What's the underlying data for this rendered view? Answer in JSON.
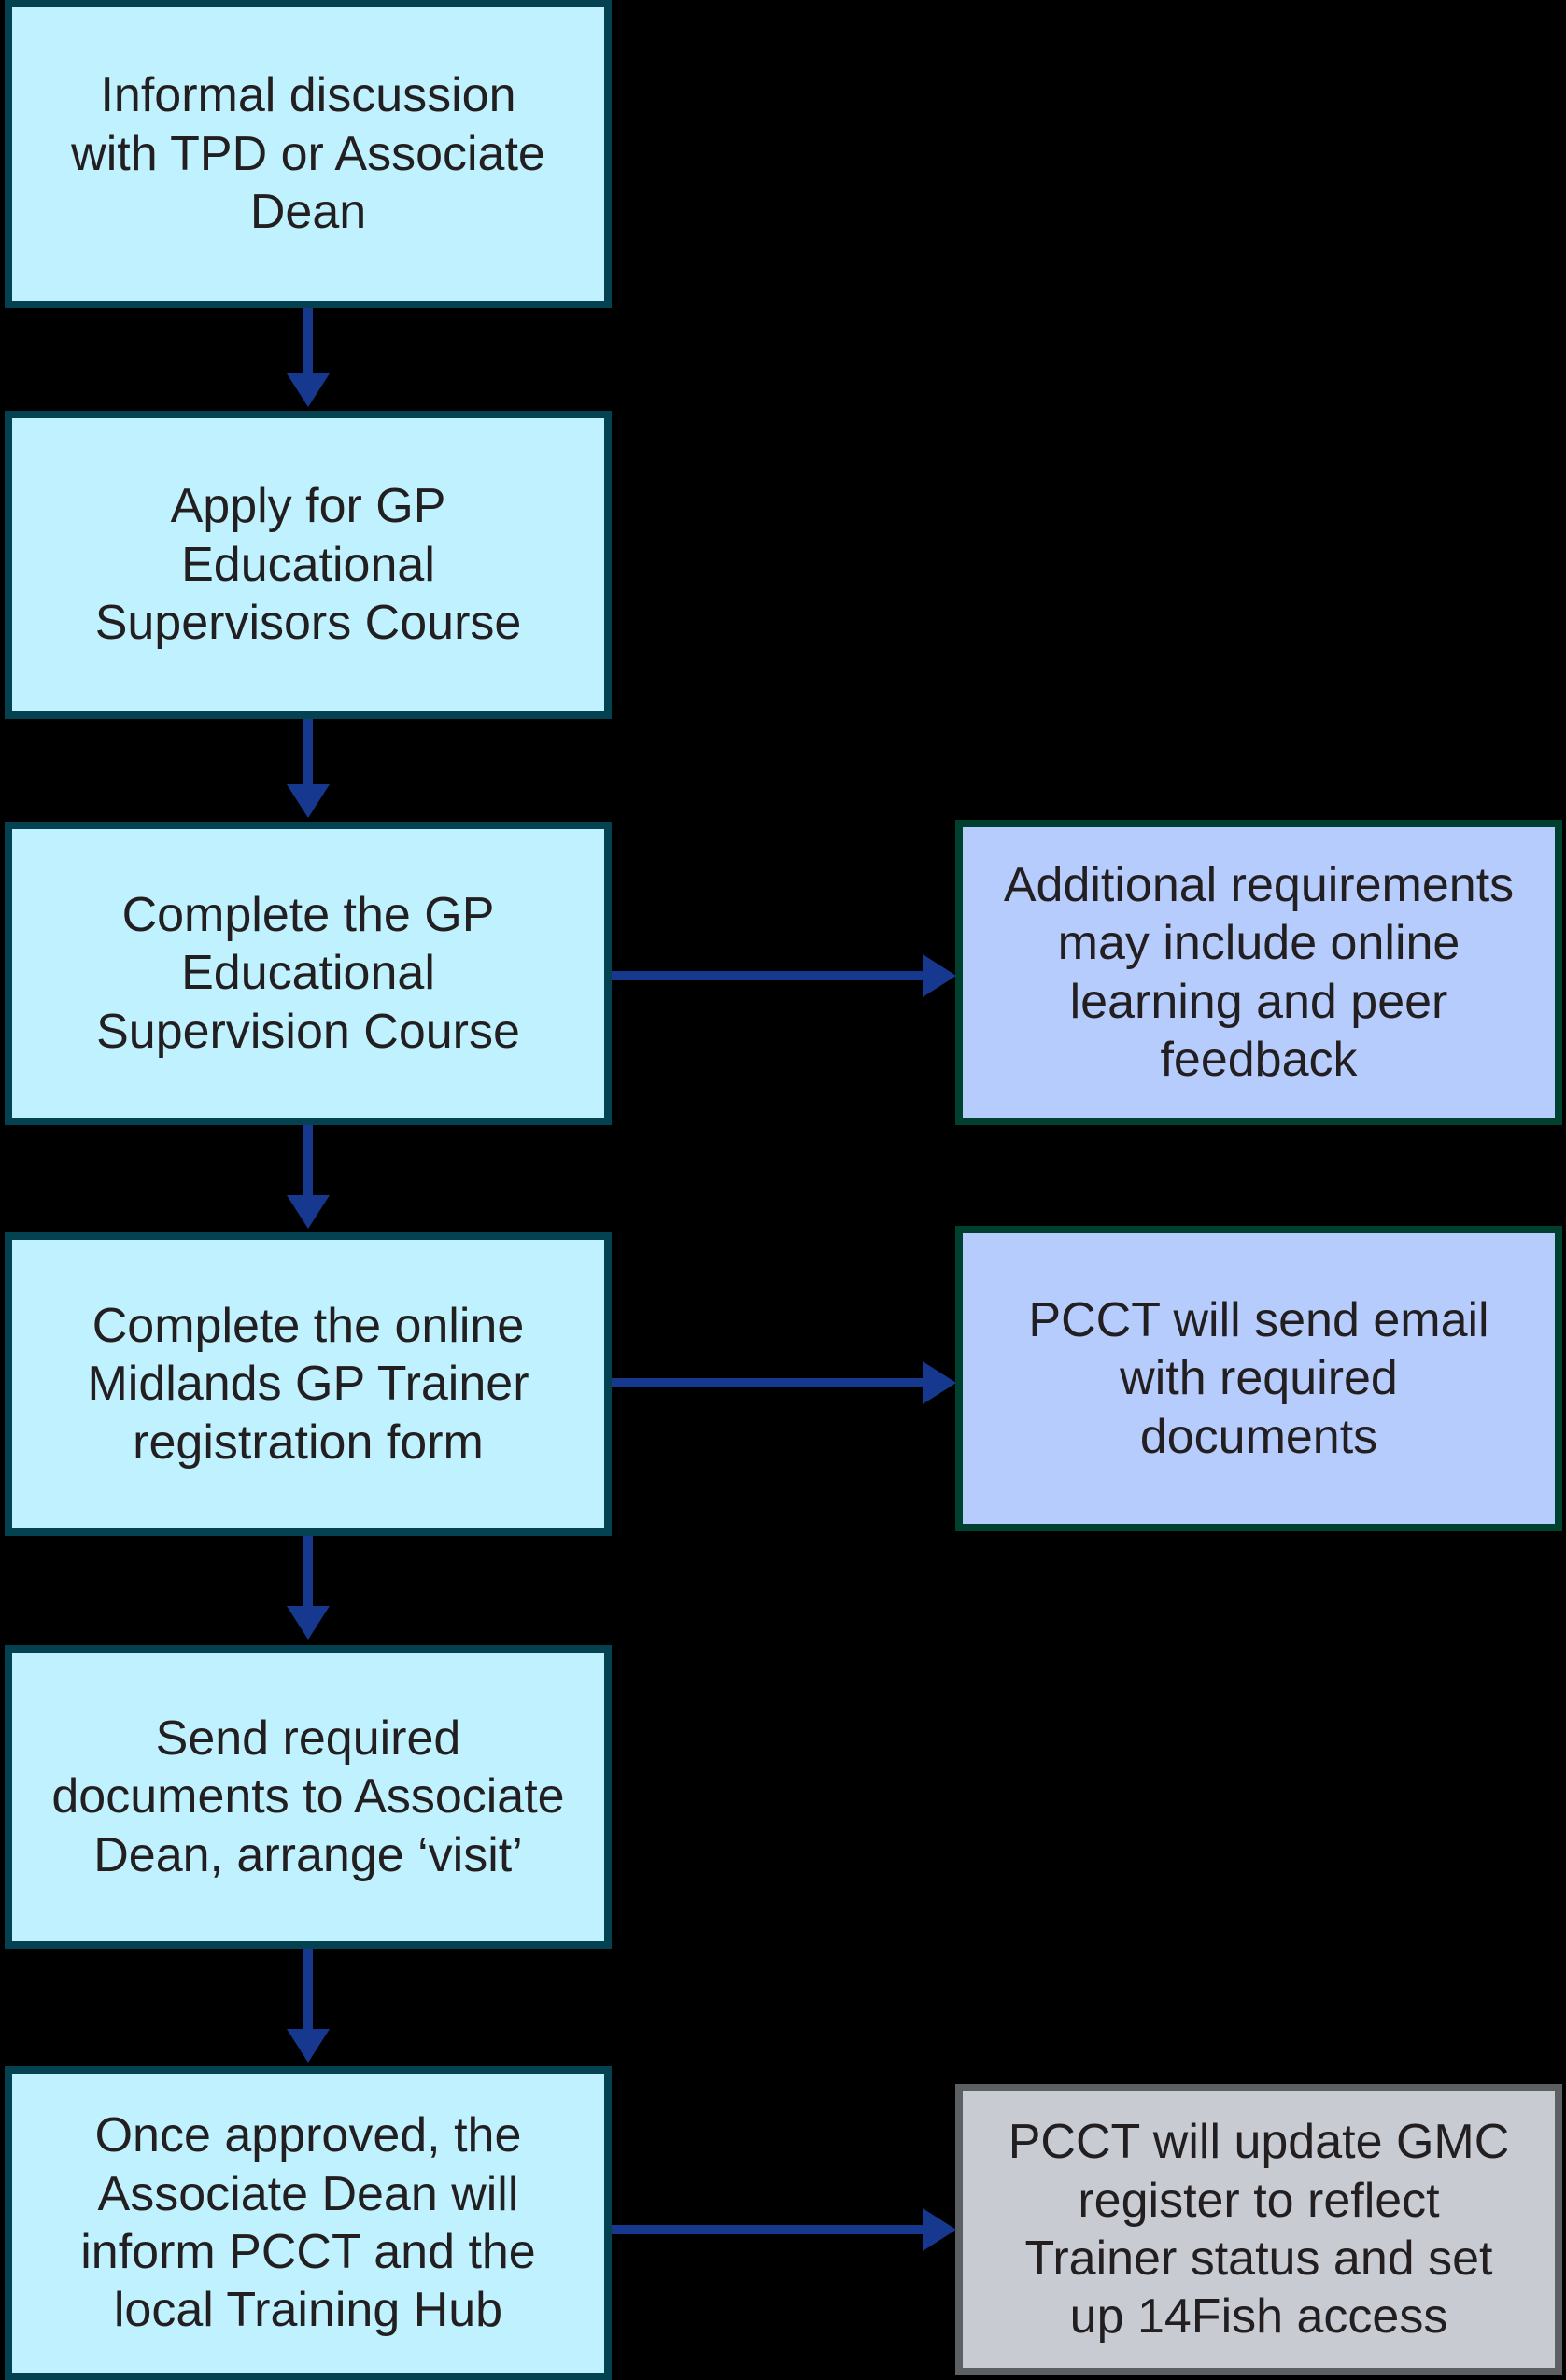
{
  "diagram": {
    "title": "GP Trainer approval process flowchart",
    "background_color": "#000000",
    "palette": {
      "primary_fill": "#bff2fe",
      "primary_border": "#044252",
      "secondary_fill": "#b6ccfc",
      "secondary_border": "#00402f",
      "terminal_fill": "#c8ccd2",
      "terminal_border": "#5c6063",
      "connector": "#16398f",
      "text": "#231f20"
    },
    "main_steps": [
      {
        "id": "step-1",
        "text": "Informal discussion\nwith TPD or Associate\nDean"
      },
      {
        "id": "step-2",
        "text": "Apply for GP\nEducational\nSupervisors Course"
      },
      {
        "id": "step-3",
        "text": "Complete the GP\nEducational\nSupervision Course"
      },
      {
        "id": "step-4",
        "text": "Complete the online\nMidlands GP Trainer\nregistration form"
      },
      {
        "id": "step-5",
        "text": "Send required\ndocuments to Associate\nDean, arrange ‘visit’"
      },
      {
        "id": "step-6",
        "text": "Once approved, the\nAssociate Dean will\ninform PCCT and the\nlocal Training Hub"
      }
    ],
    "side_notes": [
      {
        "id": "note-1",
        "text": "Additional requirements\nmay include online\nlearning and peer\nfeedback",
        "style": "secondary"
      },
      {
        "id": "note-2",
        "text": "PCCT will send email\nwith required\ndocuments",
        "style": "secondary"
      },
      {
        "id": "note-3",
        "text": "PCCT will  update GMC\nregister to reflect\nTrainer status and set\nup 14Fish access",
        "style": "terminal"
      }
    ],
    "connectors": [
      {
        "id": "edge-1-2",
        "from": "step-1",
        "to": "step-2",
        "direction": "down"
      },
      {
        "id": "edge-2-3",
        "from": "step-2",
        "to": "step-3",
        "direction": "down"
      },
      {
        "id": "edge-3-4",
        "from": "step-3",
        "to": "step-4",
        "direction": "down"
      },
      {
        "id": "edge-4-5",
        "from": "step-4",
        "to": "step-5",
        "direction": "down"
      },
      {
        "id": "edge-5-6",
        "from": "step-5",
        "to": "step-6",
        "direction": "down"
      },
      {
        "id": "edge-3-note1",
        "from": "step-3",
        "to": "note-1",
        "direction": "right"
      },
      {
        "id": "edge-4-note2",
        "from": "step-4",
        "to": "note-2",
        "direction": "right"
      },
      {
        "id": "edge-6-note3",
        "from": "step-6",
        "to": "note-3",
        "direction": "right"
      }
    ]
  }
}
